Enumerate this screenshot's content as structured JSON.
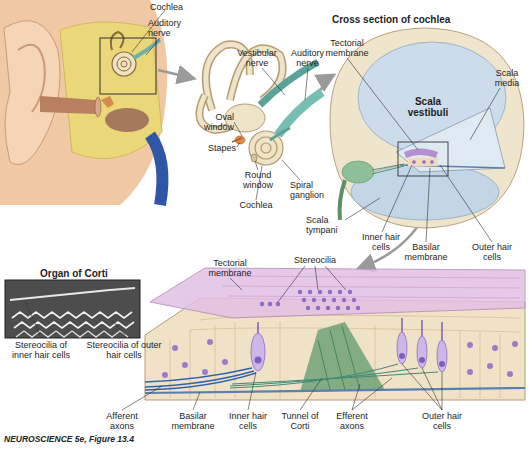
{
  "diagram": {
    "caption": "NEUROSCIENCE 5e, Figure 13.4",
    "labels": [
      "Cochlea",
      "Auditory nerve",
      "Vestibular nerve",
      "Auditory nerve",
      "Oval window",
      "Stapes",
      "Round window",
      "Cochlea",
      "Spiral ganglion",
      "Cross section of cochlea",
      "Tectorial membrane",
      "Scala media",
      "Scala vestibuli",
      "Scala tympani",
      "Inner hair cells",
      "Basilar membrane",
      "Outer hair cells",
      "Tectorial membrane",
      "Stereocilia",
      "Organ of Corti",
      "Stereocilia of inner hair cells",
      "Stereocilia of outer hair cells",
      "Afferent axons",
      "Basilar membrane",
      "Inner hair cells",
      "Tunnel of Corti",
      "Efferent axons",
      "Outer hair cells"
    ]
  }
}
